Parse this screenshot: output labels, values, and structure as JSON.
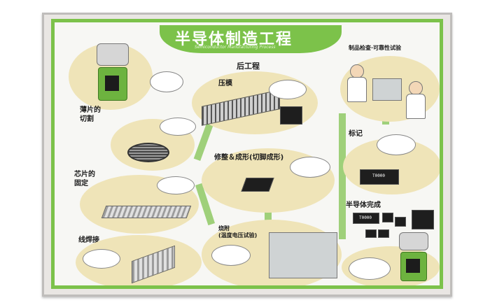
{
  "poster": {
    "title": "半导体制造工程",
    "subtitle": "Semiconductor Manufacturing Process",
    "stage": "后工程"
  },
  "steps": {
    "dicing": "薄片的\n切割",
    "die_attach": "芯片的\n固定",
    "wire_bonding": "线焊接",
    "molding": "压模",
    "trim_form": "修整＆成形(切脚成形)",
    "burn_in": "烧附\n(温度电压试验)",
    "inspection": "制品检查·可靠性试验",
    "marking": "标记",
    "complete": "半导体完成"
  },
  "chip_marks": {
    "marking_label": "T0000",
    "complete_label": "T0000"
  },
  "colors": {
    "accent_green": "#7cc24a",
    "sand": "#efe4b8",
    "chip_black": "#1e1e1e"
  },
  "icons": [
    "robot-icon",
    "scientist-icon",
    "wafer-icon",
    "chip-icon",
    "machine-icon"
  ]
}
